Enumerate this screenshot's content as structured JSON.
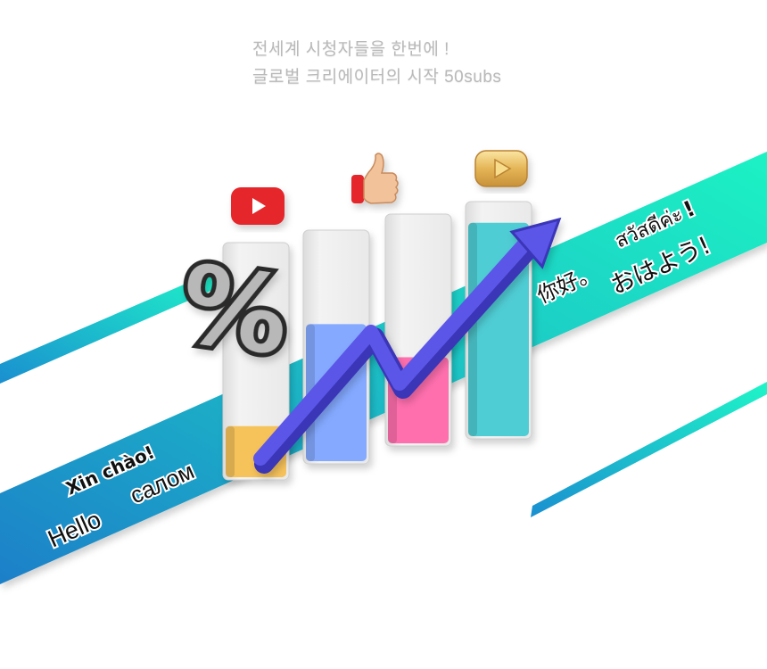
{
  "headline": {
    "line1": "전세계 시청자들을 한번에 !",
    "line2": "글로벌 크리에이터의 시작  50subs"
  },
  "greetings": {
    "vietnamese": "Xin chào!",
    "english": "Hello",
    "russian": "салом",
    "thai": "สวัสดีค่ะ",
    "thai_mark": "!",
    "chinese": "你好。",
    "japanese": "おはよう!"
  },
  "decor": {
    "percent_symbol": "%",
    "icons": [
      "youtube-icon",
      "thumbs-up-icon",
      "gold-play-icon",
      "percent-icon"
    ]
  },
  "chart_data": {
    "type": "bar",
    "categories": [
      "",
      "",
      "",
      ""
    ],
    "values": [
      0.22,
      0.6,
      0.38,
      0.92
    ],
    "bar_colors": [
      "#f6c25a",
      "#84a9ff",
      "#ff6fae",
      "#4fcdd4"
    ],
    "trend": "up"
  },
  "colors": {
    "band_dark": "#1a7fc9",
    "band_light": "#1bf2c4",
    "arrow": "#5b57e8",
    "youtube_red": "#e5262a",
    "headline_text": "#b9b9b9"
  }
}
